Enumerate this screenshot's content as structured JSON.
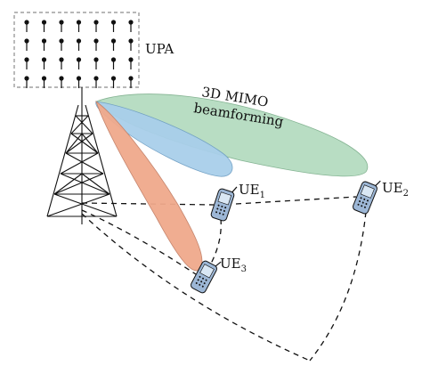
{
  "labels": {
    "array": "UPA",
    "beamforming_line1": "3D MIMO",
    "beamforming_line2": "beamforming",
    "ue1_main": "UE",
    "ue1_sub": "1",
    "ue2_main": "UE",
    "ue2_sub": "2",
    "ue3_main": "UE",
    "ue3_sub": "3"
  },
  "colors": {
    "beam_ue1": "#a9cfea",
    "beam_ue2": "#b5dcc0",
    "beam_ue3": "#f0a98c",
    "phone_body": "#9db7d6",
    "phone_screen": "#d9e7f4",
    "line": "#111111",
    "array_border": "#8c8c8c"
  },
  "array": {
    "rows": 4,
    "cols": 7
  }
}
